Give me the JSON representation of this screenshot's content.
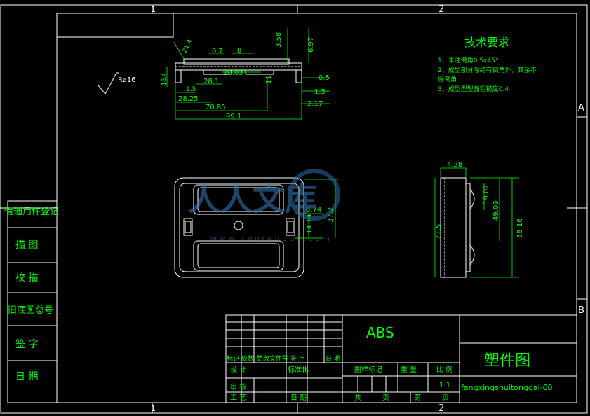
{
  "frame": {
    "zone_top_1": "1",
    "zone_top_2": "2",
    "zone_bottom_1": "1",
    "zone_bottom_2": "2",
    "zone_right_a": "A",
    "zone_right_b": "B"
  },
  "left_panel": {
    "row1": "借通用件登记",
    "row2": "描  图",
    "row3": "校  描",
    "row4": "旧底图总号",
    "row5": "签  字",
    "row6": "日  期"
  },
  "technical_requirements": {
    "title": "技术要求",
    "item1": "1、未注倒角0.5x45°",
    "item2a": "2、成型部分除结有倒角外，其余不",
    "item2b": "得倒角",
    "item3": "3、成型型型面粗糙度0.4"
  },
  "roughness": "Ra16",
  "dims_top_view": {
    "d_21_4": "21.4",
    "d_0_7": "0.7",
    "d_8": "8",
    "d_3_58": "3.58",
    "d_6_97": "6.97",
    "d_20_03": "20.03",
    "d_28_1": "28.1",
    "d_11": "11",
    "d_1_5a": "1.5",
    "d_0_5": "0.5",
    "d_1_5b": "1.5",
    "d_28_25": "28.25",
    "d_70_85": "70.85",
    "d_2_17": "2.17",
    "d_99_1": "99.1",
    "d_left_v": "18.4"
  },
  "dims_front_view": {
    "d_8_74": "8.74",
    "d_14_14": "14.14",
    "d_37_2": "37.2"
  },
  "dims_side_view": {
    "d_4_28": "4.28",
    "d_19_02": "19.02",
    "d_49_09": "49.09",
    "d_58_16": "58.16",
    "d_71_5": "71.5"
  },
  "watermark": {
    "text": "人人文库",
    "url": "w w w . r e n r e n d o c . c o m"
  },
  "title_block": {
    "material": "ABS",
    "drawing_name": "塑件图",
    "drawing_number": "fangxingshuitonggai-00",
    "h_mark": "标记",
    "h_count": "处数",
    "h_change_doc": "更改文件号",
    "h_sign": "签 字",
    "h_date": "日 期",
    "h_design": "设 计",
    "h_standard": "标准化",
    "h_review": "审 核",
    "h_process": "工 艺",
    "h_date2": "日 期",
    "h_stage": "图样标记",
    "h_weight": "重 量",
    "h_scale": "比 例",
    "scale_value": "1:1",
    "h_total": "共",
    "h_page": "页",
    "h_sheet": "第",
    "h_page2": "页"
  }
}
